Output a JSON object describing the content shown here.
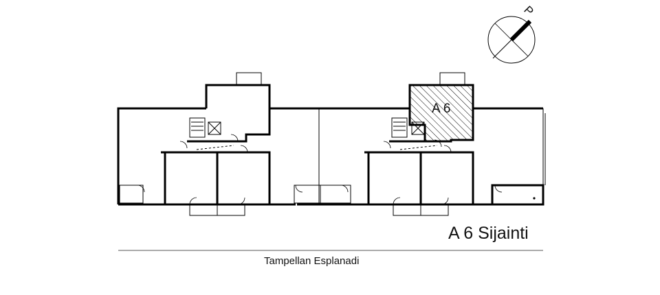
{
  "plan": {
    "highlighted_unit": "A 6",
    "title": "A 6 Sijainti",
    "street": "Tampellan Esplanadi",
    "north_letter": "P",
    "highlight_color": "#000000"
  }
}
